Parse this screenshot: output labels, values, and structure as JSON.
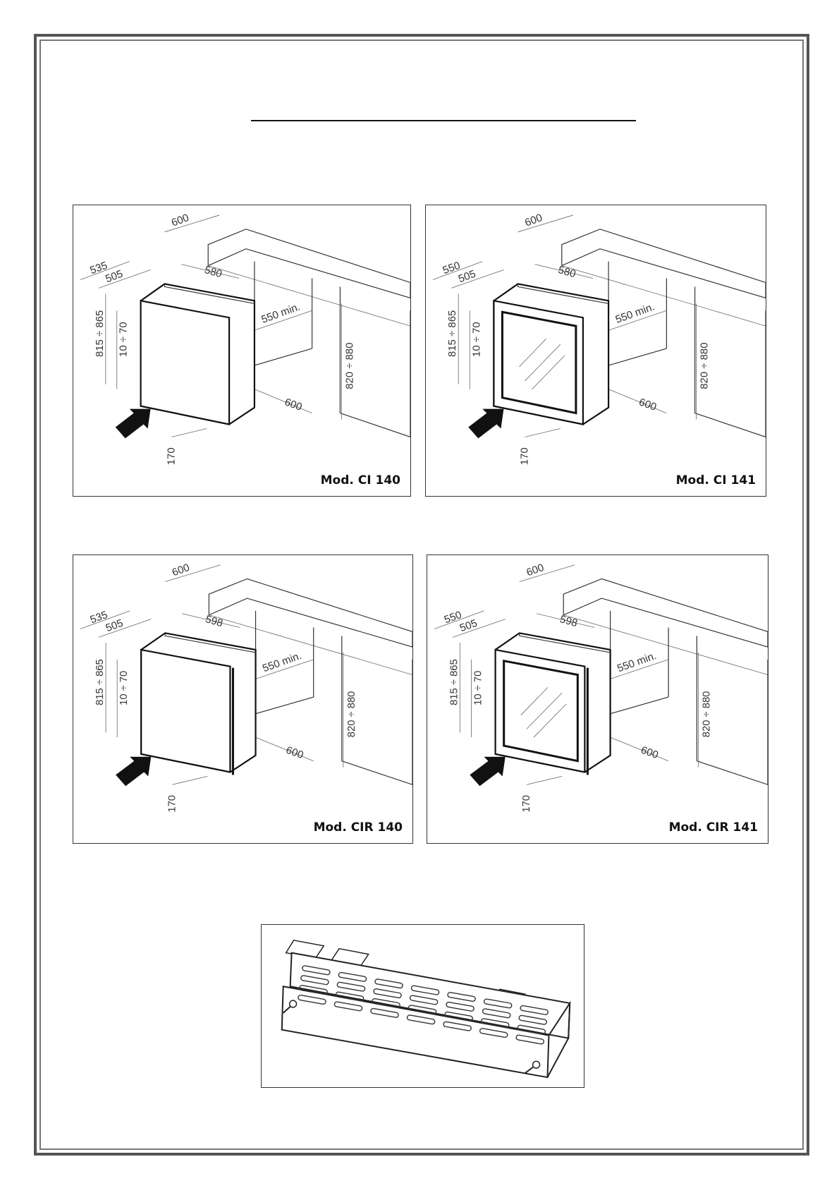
{
  "panels": [
    {
      "model": "Mod. CI 140",
      "d_600_top": "600",
      "d_side_a": "535",
      "d_side_b": "505",
      "d_depth": "580",
      "d_min": "550 min.",
      "d_height": "815 ÷ 865",
      "d_adj": "10 ÷ 70",
      "d_cab": "820 ÷ 880",
      "d_600_bot": "600",
      "d_170": "170",
      "glass": false,
      "reversible": false
    },
    {
      "model": "Mod. CI 141",
      "d_600_top": "600",
      "d_side_a": "550",
      "d_side_b": "505",
      "d_depth": "580",
      "d_min": "550 min.",
      "d_height": "815 ÷ 865",
      "d_adj": "10 ÷ 70",
      "d_cab": "820 ÷ 880",
      "d_600_bot": "600",
      "d_170": "170",
      "glass": true,
      "reversible": false
    },
    {
      "model": "Mod. CIR 140",
      "d_600_top": "600",
      "d_side_a": "535",
      "d_side_b": "505",
      "d_depth": "598",
      "d_min": "550 min.",
      "d_height": "815 ÷ 865",
      "d_adj": "10 ÷ 70",
      "d_cab": "820 ÷ 880",
      "d_600_bot": "600",
      "d_170": "170",
      "glass": false,
      "reversible": true
    },
    {
      "model": "Mod. CIR 141",
      "d_600_top": "600",
      "d_side_a": "550",
      "d_side_b": "505",
      "d_depth": "598",
      "d_min": "550 min.",
      "d_height": "815 ÷ 865",
      "d_adj": "10 ÷ 70",
      "d_cab": "820 ÷ 880",
      "d_600_bot": "600",
      "d_170": "170",
      "glass": true,
      "reversible": true
    }
  ],
  "grille": {
    "name": "ventilation-grille-kit"
  }
}
